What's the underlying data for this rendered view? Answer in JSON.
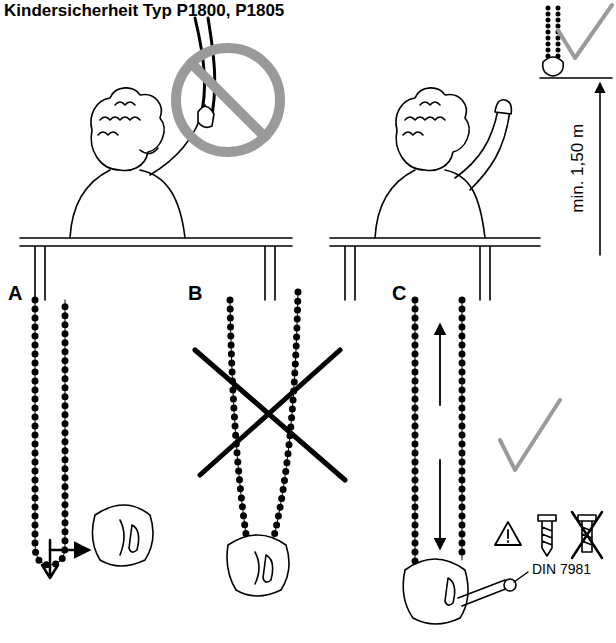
{
  "diagram": {
    "title": "Kindersicherheit Typ P1800, P1805",
    "labels": [
      "min. 1,50 m",
      "A",
      "B",
      "C",
      "DIN 7981"
    ]
  }
}
